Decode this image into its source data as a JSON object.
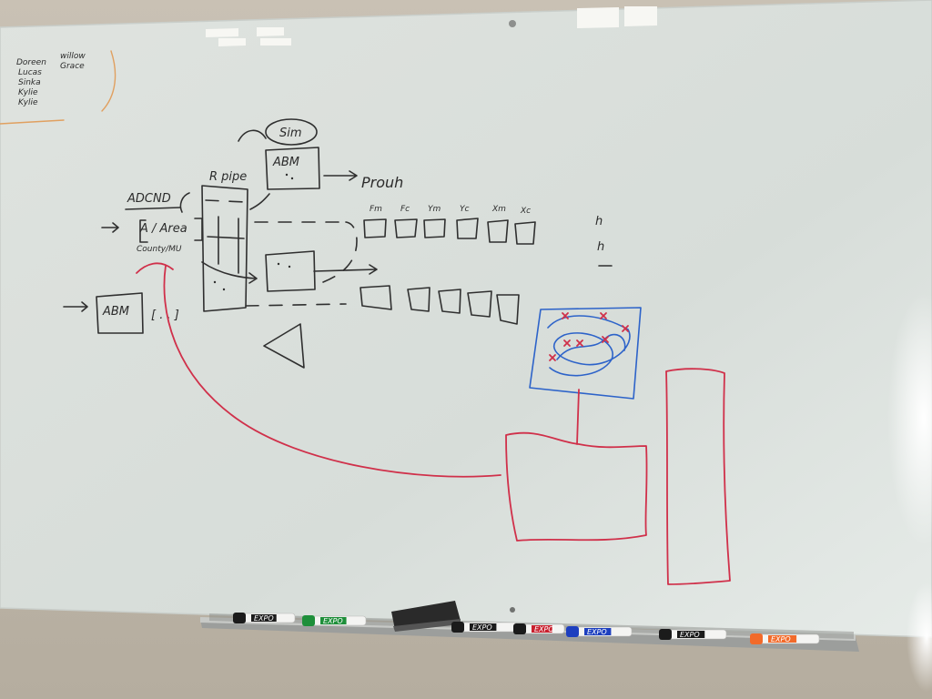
{
  "whiteboard": {
    "names_list": [
      "Doreen",
      "Lucas",
      "Sinka",
      "Kylie",
      "Kylie"
    ],
    "names_list_right": [
      "willow",
      "Grace"
    ],
    "labels": {
      "sim": "Sim",
      "abm_top": "ABM",
      "abm_left": "ABM",
      "prouh": "Prouh",
      "adcnd": "ADCND",
      "a_area": "A / Area",
      "county_mu": "County/MU",
      "r_pipe": "R pipe",
      "ellipsis": "[ . . ]"
    },
    "sequence_labels": [
      "Fm",
      "Fc",
      "Ym",
      "Yc",
      "Xm",
      "Xc"
    ],
    "side_letters": [
      "h",
      "h"
    ]
  },
  "markers": [
    {
      "brand": "EXPO",
      "cap_color": "#1b1b1b",
      "band_color": "#1b1b1b"
    },
    {
      "brand": "EXPO",
      "cap_color": "#1e8f3a",
      "band_color": "#1e8f3a"
    },
    {
      "brand": "EXPO",
      "cap_color": "#1b1b1b",
      "band_color": "#1b1b1b"
    },
    {
      "brand": "EXPO",
      "cap_color": "#1b1b1b",
      "band_color": "#c8202e"
    },
    {
      "brand": "EXPO",
      "cap_color": "#1d3fbf",
      "band_color": "#1d3fbf"
    },
    {
      "brand": "EXPO",
      "cap_color": "#1b1b1b",
      "band_color": "#1b1b1b"
    },
    {
      "brand": "EXPO",
      "cap_color": "#f26a2a",
      "band_color": "#f26a2a"
    }
  ],
  "eraser": {
    "color": "#2a2a2a"
  },
  "colors": {
    "board": "#dde2de",
    "wall": "#c8c0b4",
    "ink_black": "#2f2f2f",
    "ink_red": "#d0304a",
    "ink_blue": "#2d63c9"
  }
}
